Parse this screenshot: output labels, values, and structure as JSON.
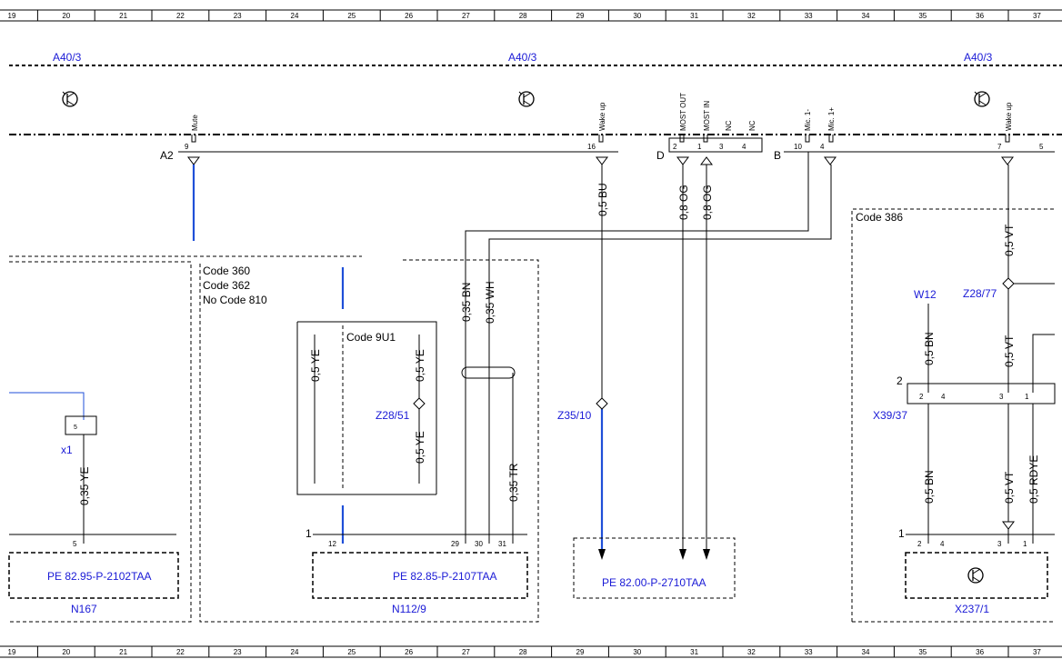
{
  "ruler": {
    "columns": [
      "19",
      "20",
      "21",
      "22",
      "23",
      "24",
      "25",
      "26",
      "27",
      "28",
      "29",
      "30",
      "31",
      "32",
      "33",
      "34",
      "35",
      "36",
      "37"
    ]
  },
  "modules": {
    "a40_left": "A40/3",
    "a40_mid": "A40/3",
    "a40_right": "A40/3"
  },
  "connectors": {
    "a2": "A2",
    "d": "D",
    "b": "B",
    "one_n112": "1",
    "one_x237": "1",
    "two_x39": "2"
  },
  "pin_labels": {
    "mute": "Mute",
    "wake_up_1": "Wake up",
    "most_out": "MOST OUT",
    "most_in": "MOST IN",
    "nc_1": "NC",
    "nc_2": "NC",
    "mic_minus": "Mic. 1-",
    "mic_plus": "Mic. 1+",
    "wake_up_2": "Wake up"
  },
  "pin_numbers": {
    "p9": "9",
    "p16": "16",
    "p2": "2",
    "p1": "1",
    "p3": "3",
    "p4": "4",
    "p10": "10",
    "p4b": "4",
    "p7": "7",
    "p5": "5",
    "n167_5": "5",
    "x1_5": "5",
    "n112_12": "12",
    "n112_29": "29",
    "n112_30": "30",
    "n112_31": "31",
    "x39_2": "2",
    "x39_4": "4",
    "x39_3": "3",
    "x39_1": "1",
    "x237_2": "2",
    "x237_4": "4",
    "x237_3": "3",
    "x237_1": "1"
  },
  "wires": {
    "bu": "0,5 BU",
    "og_out": "0,8 OG",
    "og_in": "0,8 OG",
    "bn_left": "0,35 BN",
    "wh": "0,35 WH",
    "tr": "0,35 TR",
    "ye_x1": "0,35 YE",
    "ye_left": "0,5 YE",
    "ye_right_top": "0,5 YE",
    "ye_right_bottom": "0,5 YE",
    "vt_top": "0,5 VT",
    "bn_w12": "0,5 BN",
    "vt_mid": "0,5 VT",
    "bn_bottom": "0,5 BN",
    "vt_bottom": "0,5 VT",
    "rdye": "0,5 RDYE"
  },
  "codes": {
    "c360": "Code 360",
    "c362": "Code 362",
    "no810": "No Code 810",
    "c9u1": "Code 9U1",
    "c386": "Code 386"
  },
  "components": {
    "z28_51": "Z28/51",
    "z35_10": "Z35/10",
    "z28_77": "Z28/77",
    "w12": "W12",
    "x39_37": "X39/37",
    "x1": "x1",
    "n167": "N167",
    "n112_9": "N112/9",
    "x237_1": "X237/1"
  },
  "references": {
    "pe_2102": "PE 82.95-P-2102TAA",
    "pe_2107": "PE 82.85-P-2107TAA",
    "pe_2710": "PE 82.00-P-2710TAA"
  },
  "colors": {
    "blue_text": "#1a1ad6",
    "blue_wire": "#1f4fd8",
    "black": "#000000"
  }
}
